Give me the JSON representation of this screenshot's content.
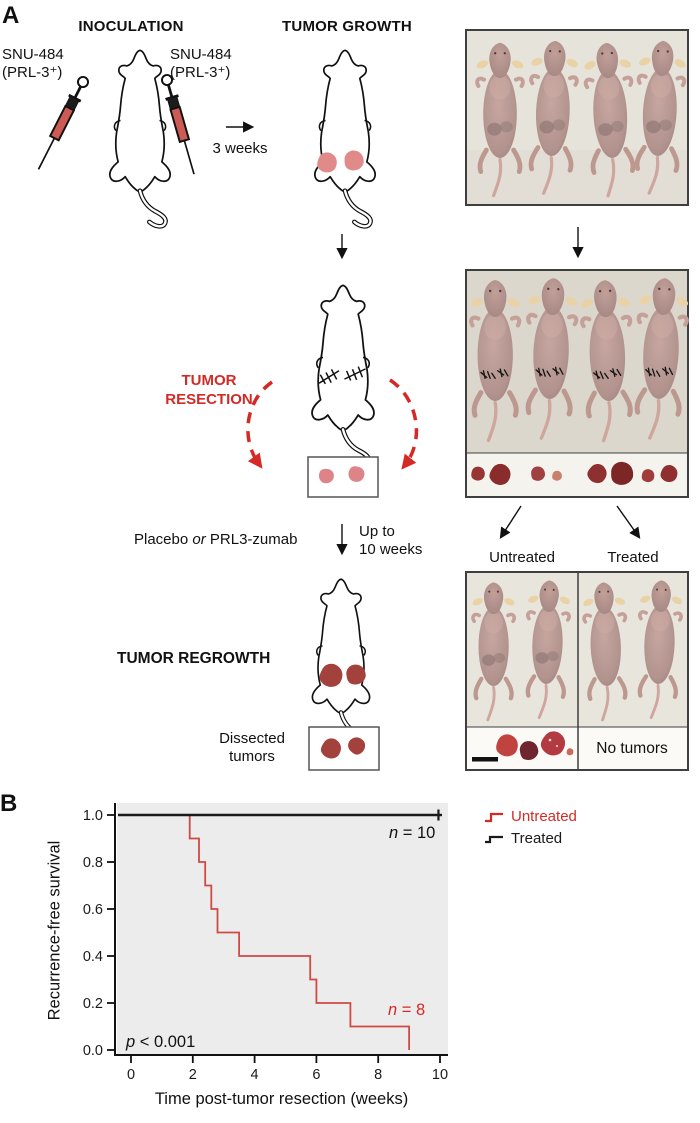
{
  "panelA": {
    "label": "A",
    "inoculation_title": "INOCULATION",
    "tumor_growth_title": "TUMOR GROWTH",
    "cell_line_left": {
      "line1": "SNU-484",
      "line2": "(PRL-3⁺)"
    },
    "cell_line_right": {
      "line1": "SNU-484",
      "line2": "(PRL-3⁺)"
    },
    "growth_duration": "3 weeks",
    "resection": {
      "line1": "TUMOR",
      "line2": "RESECTION"
    },
    "treatment": {
      "pre": "Placebo ",
      "italic": "or",
      "post": " PRL3-zumab"
    },
    "treatment_duration": {
      "line1": "Up to",
      "line2": "10 weeks"
    },
    "regrowth_title": "TUMOR REGROWTH",
    "dissected": {
      "line1": "Dissected",
      "line2": "tumors"
    },
    "group_untreated": "Untreated",
    "group_treated": "Treated",
    "no_tumors": "No tumors"
  },
  "panelB": {
    "label": "B"
  },
  "chart_data": {
    "type": "line",
    "subtype": "kaplan-meier-step",
    "title": "",
    "xlabel": "Time post-tumor resection (weeks)",
    "ylabel": "Recurrence-free survival",
    "xlim": [
      0,
      10
    ],
    "ylim": [
      0.0,
      1.0
    ],
    "x_ticks": [
      0,
      2,
      4,
      6,
      8,
      10
    ],
    "y_ticks": [
      0.0,
      0.2,
      0.4,
      0.6,
      0.8,
      1.0
    ],
    "grid": false,
    "plot_bg": "#ececec",
    "legend": {
      "position": "outside-top-right",
      "entries": [
        {
          "label": "Untreated",
          "color": "#d42a26"
        },
        {
          "label": "Treated",
          "color": "#1a1a1a"
        }
      ]
    },
    "series": [
      {
        "name": "Untreated",
        "color": "#cf4a44",
        "type": "step",
        "points": [
          [
            0,
            1.0
          ],
          [
            1.9,
            1.0
          ],
          [
            1.9,
            0.9
          ],
          [
            2.2,
            0.9
          ],
          [
            2.2,
            0.8
          ],
          [
            2.4,
            0.8
          ],
          [
            2.4,
            0.7
          ],
          [
            2.6,
            0.7
          ],
          [
            2.6,
            0.6
          ],
          [
            2.8,
            0.6
          ],
          [
            2.8,
            0.5
          ],
          [
            3.5,
            0.5
          ],
          [
            3.5,
            0.4
          ],
          [
            5.8,
            0.4
          ],
          [
            5.8,
            0.3
          ],
          [
            6.0,
            0.3
          ],
          [
            6.0,
            0.2
          ],
          [
            7.1,
            0.2
          ],
          [
            7.1,
            0.1
          ],
          [
            9.0,
            0.1
          ],
          [
            9.0,
            0.0
          ]
        ],
        "n_annotation": {
          "italic": "n",
          "text": " = 8"
        }
      },
      {
        "name": "Treated",
        "color": "#1a1a1a",
        "type": "step",
        "full_width": true,
        "points": [
          [
            0,
            1.0
          ],
          [
            10,
            1.0
          ]
        ],
        "censor_marks": [
          [
            9.95,
            1.0
          ]
        ],
        "n_annotation": {
          "italic": "n",
          "text": " = 10"
        }
      }
    ],
    "annotations": {
      "p_value": {
        "italic": "p",
        "text": " < 0.001"
      }
    }
  },
  "colors": {
    "accent_red": "#d42a26",
    "curve_red": "#cf4a44",
    "tumor_pink": "#e08a8a",
    "tumor_dark": "#a3423c",
    "photo_border": "#3f3f3f",
    "plot_background": "#ececec"
  }
}
